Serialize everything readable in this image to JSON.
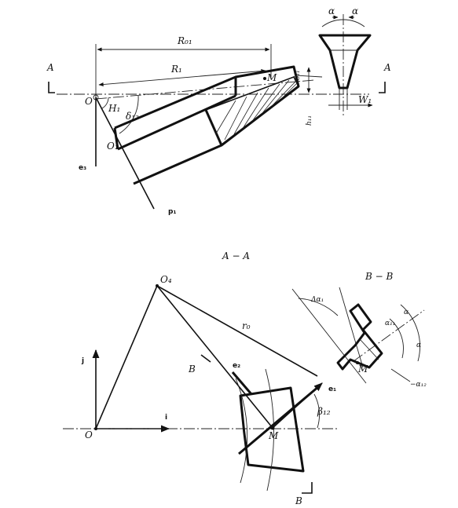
{
  "labels": {
    "A_left": "A",
    "A_right": "A",
    "R01": "R₀₁",
    "R1": "R₁",
    "M_top": "M",
    "delta11": "δ₁₁",
    "h11": "h₁₁",
    "O_top": "O",
    "H1": "H₁",
    "delta12": "δ₁₂",
    "O1": "O₁",
    "e3": "e₃",
    "p1": "p₁",
    "alpha_l": "α",
    "alpha_r": "α",
    "W1": "W₁",
    "section_AA": "A − A",
    "section_BB": "B − B",
    "O4": "O₄",
    "r0": "r₀",
    "B_upper": "B",
    "e2": "e₂",
    "e1": "e₁",
    "beta12": "β₁₂",
    "M_bottom": "M",
    "O_bottom": "O",
    "axis_j": "j",
    "axis_i": "i",
    "B_lower": "B",
    "delta_alpha1": "Δα₁",
    "alpha11": "α₁₁",
    "alpha_bb1": "α",
    "alpha_bb2": "α",
    "M_bb": "M",
    "alpha12": "−α₁₂"
  }
}
